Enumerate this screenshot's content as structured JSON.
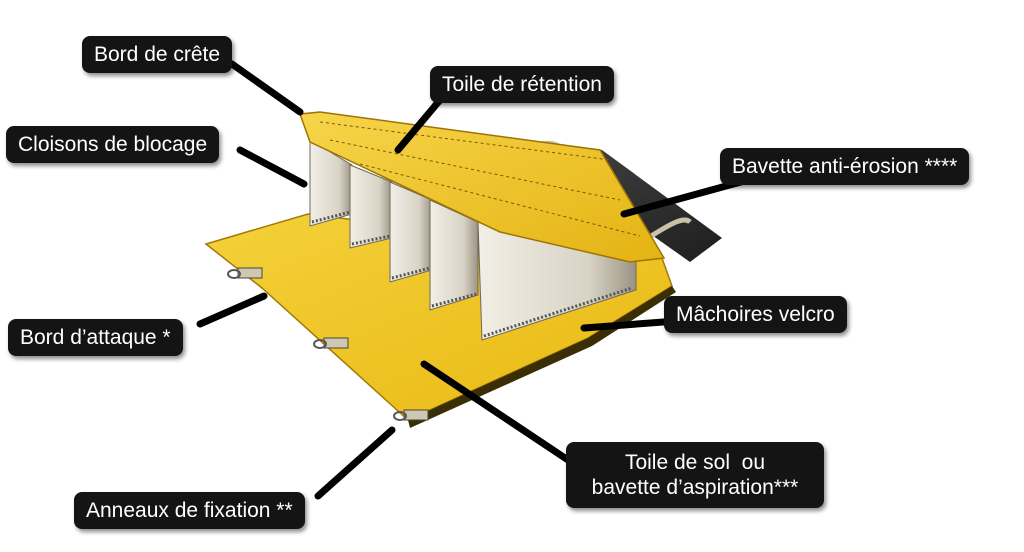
{
  "labels": {
    "bord_de_crete": "Bord de crête",
    "toile_de_retention": "Toile de rétention",
    "cloisons_de_blocage": "Cloisons de blocage",
    "bavette_anti_erosion": "Bavette anti-érosion ****",
    "machoires_velcro": "Mâchoires velcro",
    "bord_d_attaque": "Bord d’attaque *",
    "toile_de_sol_line1": "Toile de sol  ou",
    "toile_de_sol_line2": "bavette d’aspiration***",
    "anneaux_de_fixation": "Anneaux de fixation **"
  },
  "colors": {
    "fabric_yellow": "#f0c419",
    "fabric_yellow_dark": "#c99a0c",
    "bavette_black": "#2b2b2b",
    "partition_light": "#e9e6dc",
    "partition_shadow": "#8d8676",
    "callout_bg": "#141414",
    "callout_text": "#ffffff",
    "leader_line": "#000000"
  }
}
